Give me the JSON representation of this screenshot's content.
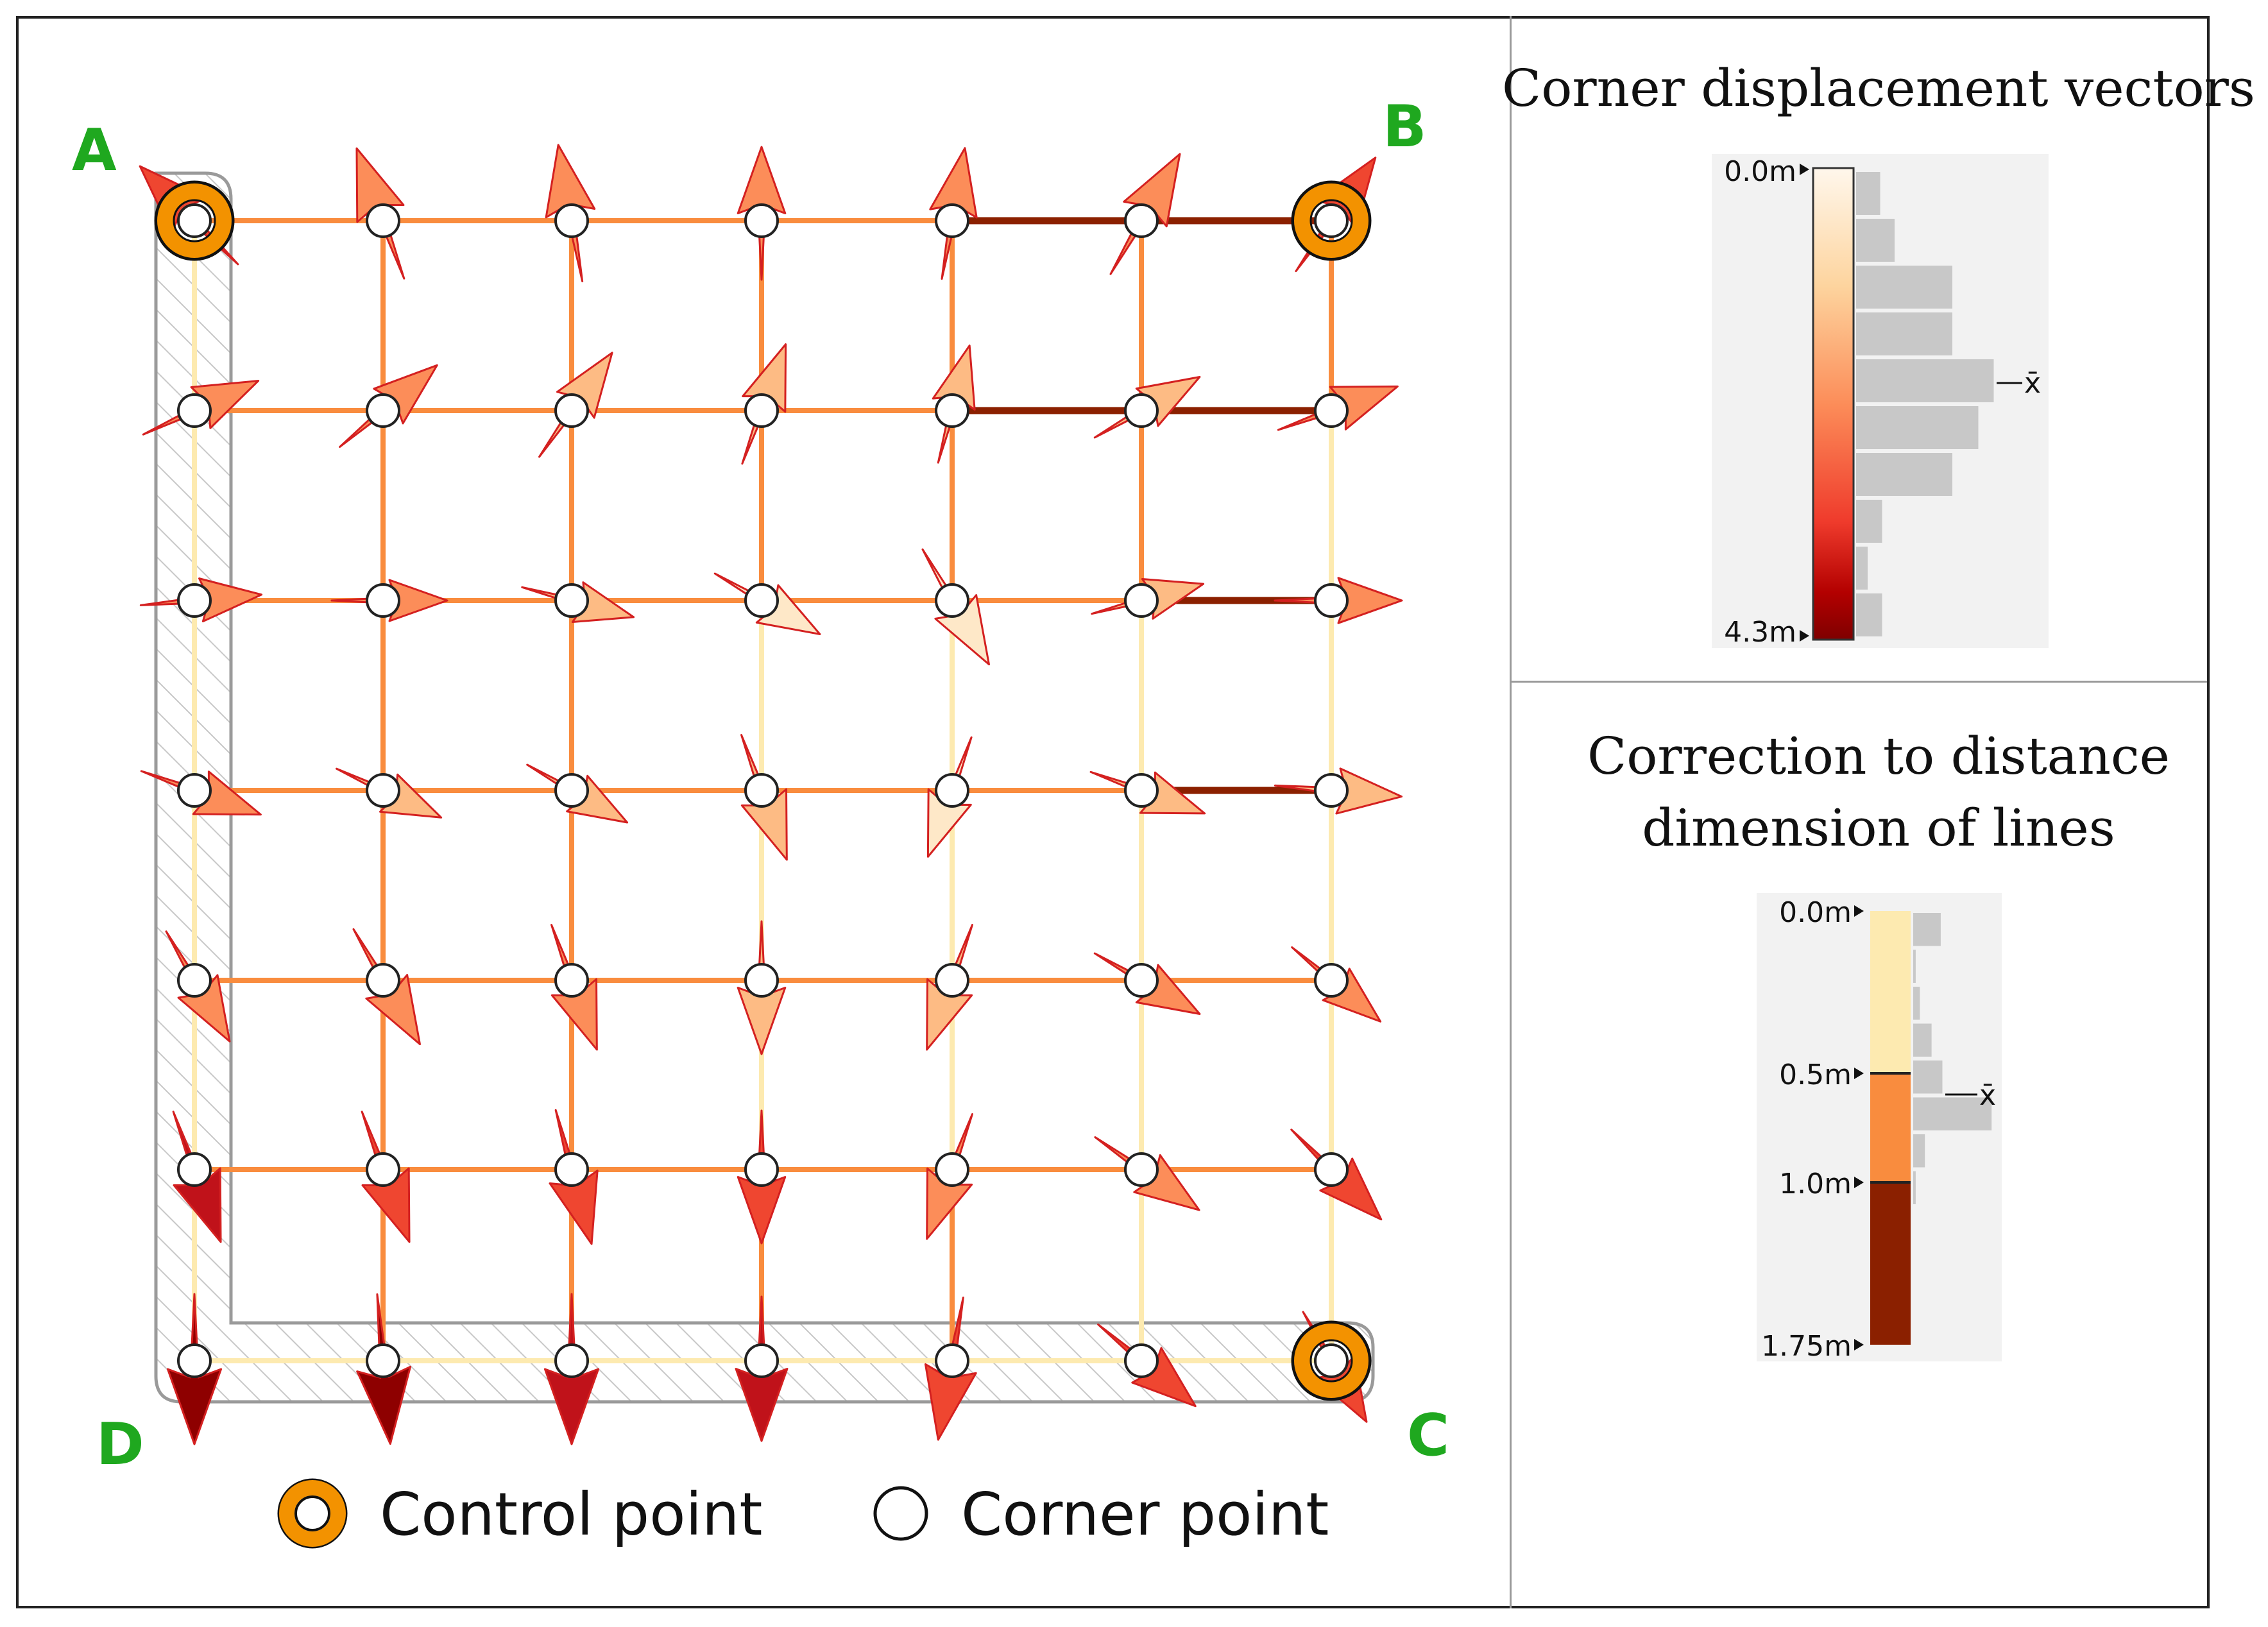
{
  "corners": {
    "a": {
      "label": "A",
      "color": "#1fa81f"
    },
    "b": {
      "label": "B",
      "color": "#1fa81f"
    },
    "c": {
      "label": "C",
      "color": "#1fa81f"
    },
    "d": {
      "label": "D",
      "color": "#1fa81f"
    }
  },
  "legend": {
    "control_point": "Control point",
    "corner_point": "Corner point"
  },
  "panel_vectors": {
    "title": "Corner displacement vectors",
    "ticks": {
      "min": "0.0m",
      "max": "4.3m"
    },
    "mean_label": "x̄",
    "colormap": [
      "#fff7ec",
      "#fdd49e",
      "#fc8d59",
      "#ef3b2c",
      "#b30000",
      "#7f0000"
    ],
    "histogram_fractions": [
      0.25,
      0.4,
      1.0,
      1.0,
      1.43,
      1.27,
      1.0,
      0.27,
      0.12,
      0.27
    ]
  },
  "panel_lines": {
    "title_line1": "Correction to distance",
    "title_line2": "dimension of lines",
    "ticks": {
      "t0": "0.0m",
      "t1": "0.5m",
      "t2": "1.0m",
      "t3": "1.75m"
    },
    "mean_label": "x̄",
    "class_colors": [
      "#fdeab0",
      "#f98c3e",
      "#8b2000"
    ],
    "histogram_fractions": [
      0.33,
      0.03,
      0.08,
      0.22,
      0.35,
      0.94,
      0.14,
      0.03
    ]
  },
  "colors": {
    "grid_low": "#fdeab0",
    "grid_mid": "#f98c3e",
    "grid_high": "#8b2000",
    "control_ring": "#f39200",
    "arrow_stroke": "#d42020"
  }
}
